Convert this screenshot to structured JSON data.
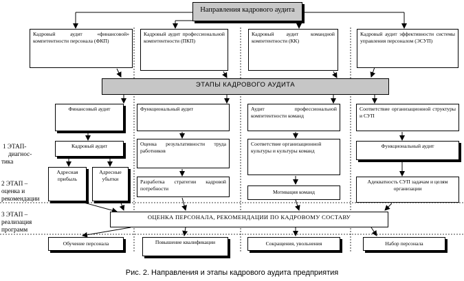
{
  "title": "Направления кадрового аудита",
  "directions": [
    "Кадровый аудит «финансовой» компетентности персонала (ФКП)",
    "Кадровый аудит профессиональной компетентности (ПКП)",
    "Кадровый аудит командной компетентности (КК)",
    "Кадровый аудит эффективности системы управления персоналом (ЭСУП)"
  ],
  "stages_band": "ЭТАПЫ КАДРОВОГО АУДИТА",
  "level1": [
    "Финансовый аудит",
    "Функциональный аудит",
    "Аудит профессиональной компетентности команд",
    "Соответствие организационной структуры и СУП"
  ],
  "level2": [
    "Кадровый аудит",
    "Оценка результативности труда работников",
    "Соответствие организационной культуры и культуры команд",
    "Функциональный аудит"
  ],
  "level3": [
    "Адресная прибыль",
    "Адресные убытки",
    "Разработка стратегии кадровой потребности",
    "Мотивация команд",
    "Адекватность СУП задачам и целям организации"
  ],
  "evaluation": "ОЦЕНКА ПЕРСОНАЛА, РЕКОМЕНДАЦИИ ПО КАДРОВОМУ СОСТАВУ",
  "outcomes": [
    "Обучение персонала",
    "Повышение квалификации",
    "Сокращения, увольнения",
    "Набор персонала"
  ],
  "stages": {
    "s1a": "1 ЭТАП-",
    "s1b": "диагнос-",
    "s1c": "тика",
    "s2a": "2 ЭТАП –",
    "s2b": "оценка и",
    "s2c": "рекомендации",
    "s3a": "3 ЭТАП –",
    "s3b": "реализация",
    "s3c": "программ"
  },
  "caption": "Рис. 2. Направления и этапы кадрового аудита  предприятия"
}
